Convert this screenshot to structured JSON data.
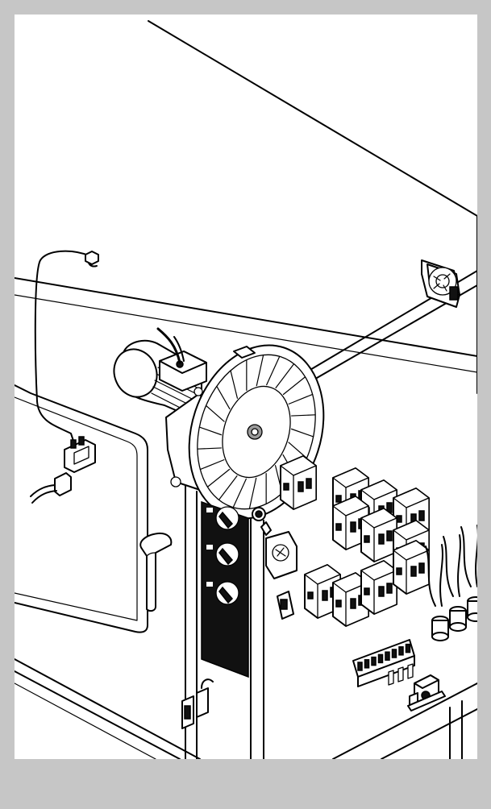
{
  "colors": {
    "border": "#c6c6c6",
    "paper": "#ffffff",
    "ink": "#000000",
    "panel": "#111111"
  },
  "diagram": {
    "type": "exploded technical illustration",
    "parts": [
      {
        "id": "oven-cabinet",
        "icon": "cabinet-outline"
      },
      {
        "id": "cooling-fan",
        "icon": "fan-icon"
      },
      {
        "id": "blower-motor",
        "icon": "motor-icon"
      },
      {
        "id": "blower-wheel",
        "icon": "squirrel-cage-wheel-icon"
      },
      {
        "id": "control-panel",
        "icon": "knob-panel-icon"
      },
      {
        "id": "relay-contactors",
        "icon": "relay-icon"
      },
      {
        "id": "terminal-block",
        "icon": "terminal-strip-icon"
      },
      {
        "id": "solenoid-valve",
        "icon": "valve-icon"
      },
      {
        "id": "ferrite-filters",
        "icon": "coil-icon"
      },
      {
        "id": "door-handle",
        "icon": "handle-icon"
      },
      {
        "id": "door-switch",
        "icon": "switch-icon"
      },
      {
        "id": "cable-connector",
        "icon": "connector-icon"
      }
    ]
  }
}
